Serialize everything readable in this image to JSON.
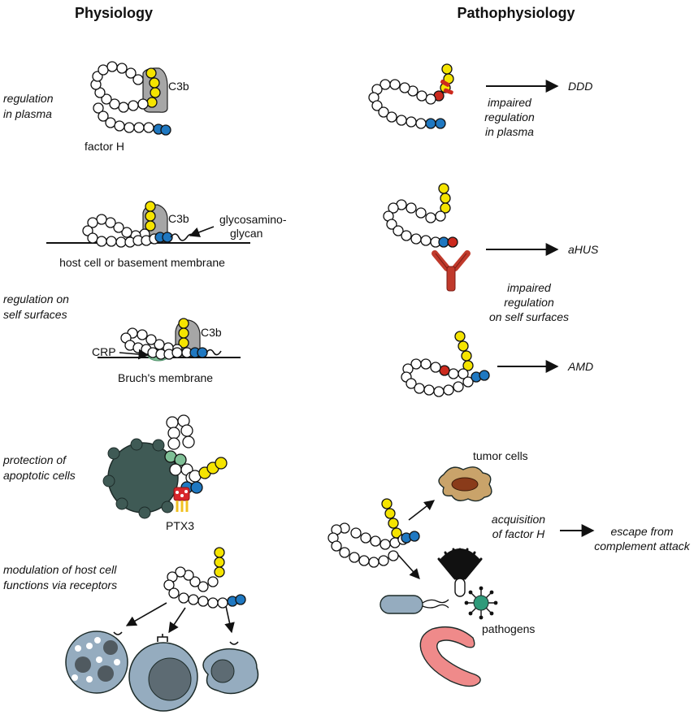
{
  "headings": {
    "left": "Physiology",
    "right": "Pathophysiology"
  },
  "physiology": {
    "plasma": {
      "label_lines": [
        "regulation",
        "in plasma"
      ],
      "c3b": "C3b",
      "factor_h": "factor H"
    },
    "surface": {
      "c3b": "C3b",
      "gag_lines": [
        "glycosamino-",
        "glycan"
      ],
      "membrane": "host cell or basement membrane"
    },
    "self_surfaces": {
      "label_lines": [
        "regulation on",
        "self surfaces"
      ]
    },
    "bruch": {
      "c3b": "C3b",
      "crp": "CRP",
      "membrane": "Bruch's membrane"
    },
    "apoptotic": {
      "label_lines": [
        "protection of",
        "apoptotic cells"
      ],
      "ptx3": "PTX3"
    },
    "receptors": {
      "label_lines": [
        "modulation of host cell",
        "functions via receptors"
      ]
    }
  },
  "pathophysiology": {
    "ddd": {
      "disease": "DDD",
      "label_lines": [
        "impaired",
        "regulation",
        "in plasma"
      ]
    },
    "ahus": {
      "disease": "aHUS",
      "label_lines": [
        "impaired",
        "regulation",
        "on self surfaces"
      ]
    },
    "amd": {
      "disease": "AMD"
    },
    "pathogens": {
      "tumor": "tumor cells",
      "acquisition_lines": [
        "acquisition",
        "of factor H"
      ],
      "escape_lines": [
        "escape from",
        "complement attack"
      ],
      "pathogens": "pathogens"
    }
  },
  "colors": {
    "scr_white": "#ffffff",
    "scr_yellow": "#f5e400",
    "scr_blue": "#1f78c1",
    "scr_red": "#cc2a1e",
    "c3b_grey": "#a6a6a6",
    "crp_green": "#7fbf96",
    "apoptotic_cell": "#3f5a55",
    "ptx3_red": "#d8262b",
    "ptx3_yellow": "#f0c020",
    "receptor_cell": "#95acbf",
    "antibody_red": "#c0392b",
    "tumor_tan": "#c9a36a",
    "tumor_nucleus": "#8a3b1a",
    "pathogen_pink": "#ef8a8a",
    "bacterium": "#95acbf",
    "virus_green": "#2f9a7a"
  }
}
